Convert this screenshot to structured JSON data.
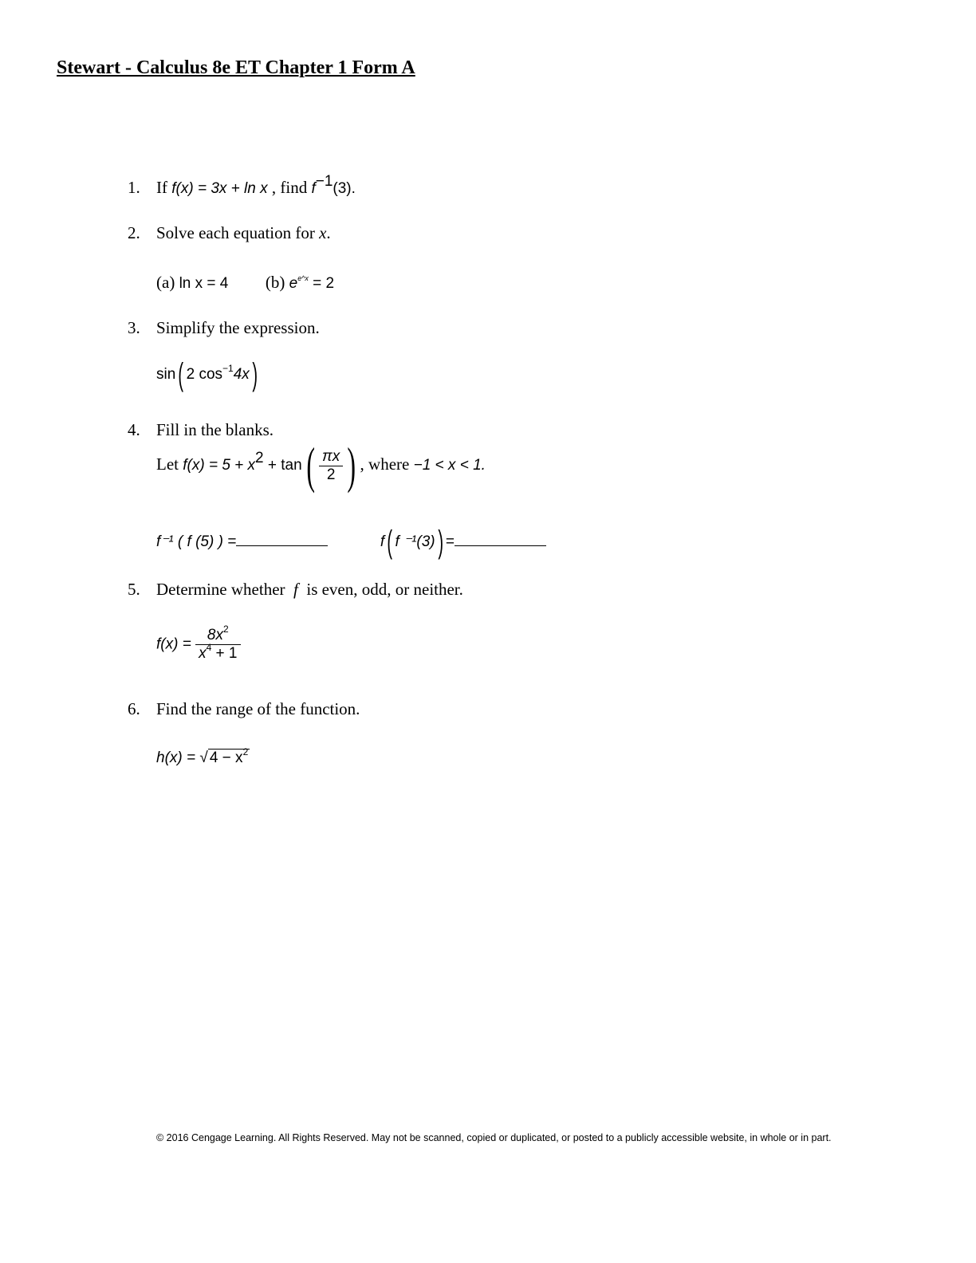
{
  "title": "Stewart - Calculus 8e ET Chapter 1 Form A",
  "q1": {
    "num": "1.",
    "pre": "If",
    "lhs": "f(x) = 3x + ln x",
    "mid": ", find",
    "f": "f",
    "sup": "−1",
    "arg": "(3)."
  },
  "q2": {
    "num": "2.",
    "text": "Solve each equation for",
    "var": "x",
    "dot": ".",
    "a_label": "(a)",
    "a_expr": "ln x = 4",
    "b_label": "(b)",
    "b_base": "e",
    "b_sup": "e^x",
    "b_rhs": "= 2"
  },
  "q3": {
    "num": "3.",
    "text": "Simplify the expression.",
    "fn": "sin",
    "open": "(",
    "inner": "2 cos",
    "sup": "−1",
    "inner2": "4x",
    "close": ")"
  },
  "q4": {
    "num": "4.",
    "text": "Fill in the blanks.",
    "let": "Let",
    "lhs": "f(x) = 5 + x",
    "sup": "2",
    "plus_tan": "+ tan",
    "open": "(",
    "frac_top": "πx",
    "frac_bot": "2",
    "close": ")",
    "where": ", where",
    "cond": "−1 < x < 1.",
    "blank1": "f⁻¹ ( f (5) ) =",
    "blank2_f": "f",
    "blank2_inner": "f ⁻¹(3)",
    "blank2_eq": "="
  },
  "q5": {
    "num": "5.",
    "text1": "Determine whether",
    "f": "f",
    "text2": "is even, odd, or neither.",
    "lhs": "f(x) =",
    "top": "8x",
    "top_sup": "2",
    "bot": "x",
    "bot_sup": "4",
    "bot_rest": " + 1"
  },
  "q6": {
    "num": "6.",
    "text": "Find the range of the function.",
    "lhs": "h(x) =",
    "root": "√",
    "radicand": "4 − x",
    "sup": "2"
  },
  "footer": "© 2016 Cengage Learning. All Rights Reserved. May not be scanned, copied or duplicated, or posted to a publicly accessible website, in whole or in part."
}
